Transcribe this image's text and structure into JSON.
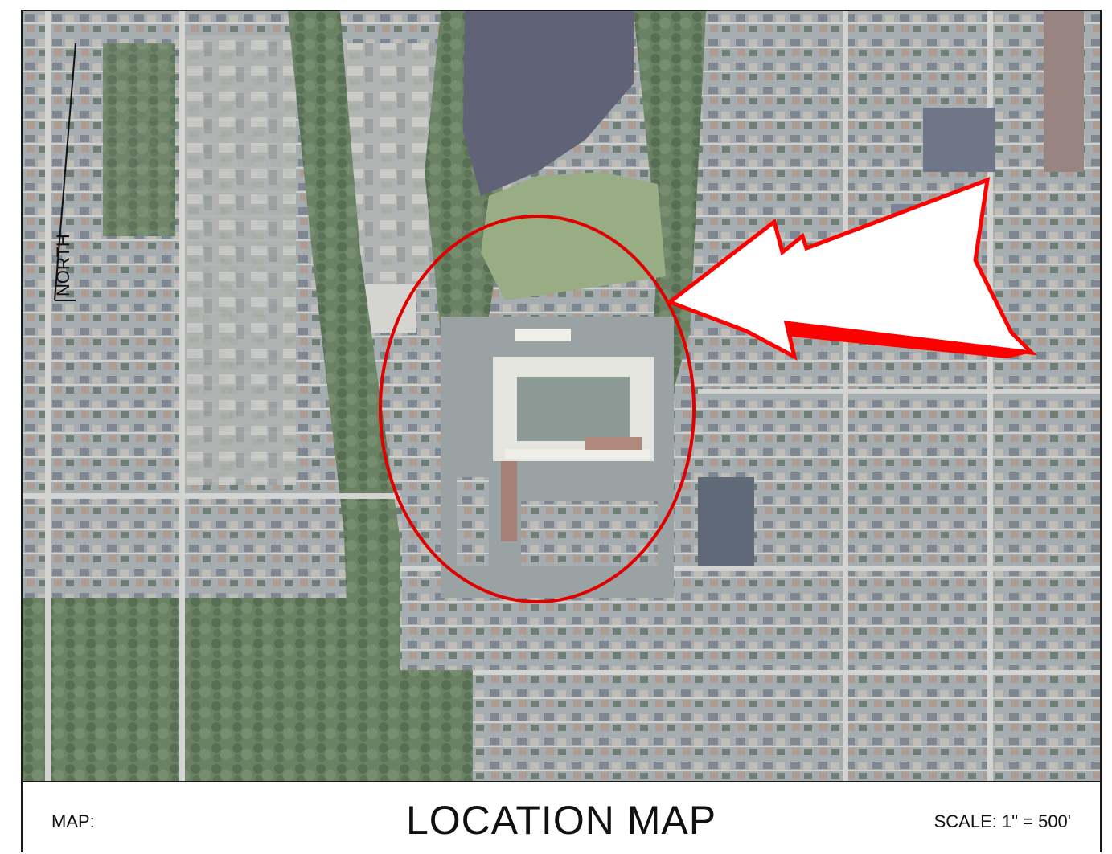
{
  "map": {
    "north_label": "NORTH",
    "site_marker_color": "#e00000",
    "arrow_color": "#ff0000",
    "imagery_colors": {
      "residential": "#8f98a0",
      "trees": "#4d6b47",
      "water": "#4a4d66",
      "field": "#8aa272",
      "roads": "#c9cbc8"
    }
  },
  "title_block": {
    "map_label": "MAP:",
    "title": "LOCATION MAP",
    "scale": "SCALE: 1\" = 500'"
  }
}
